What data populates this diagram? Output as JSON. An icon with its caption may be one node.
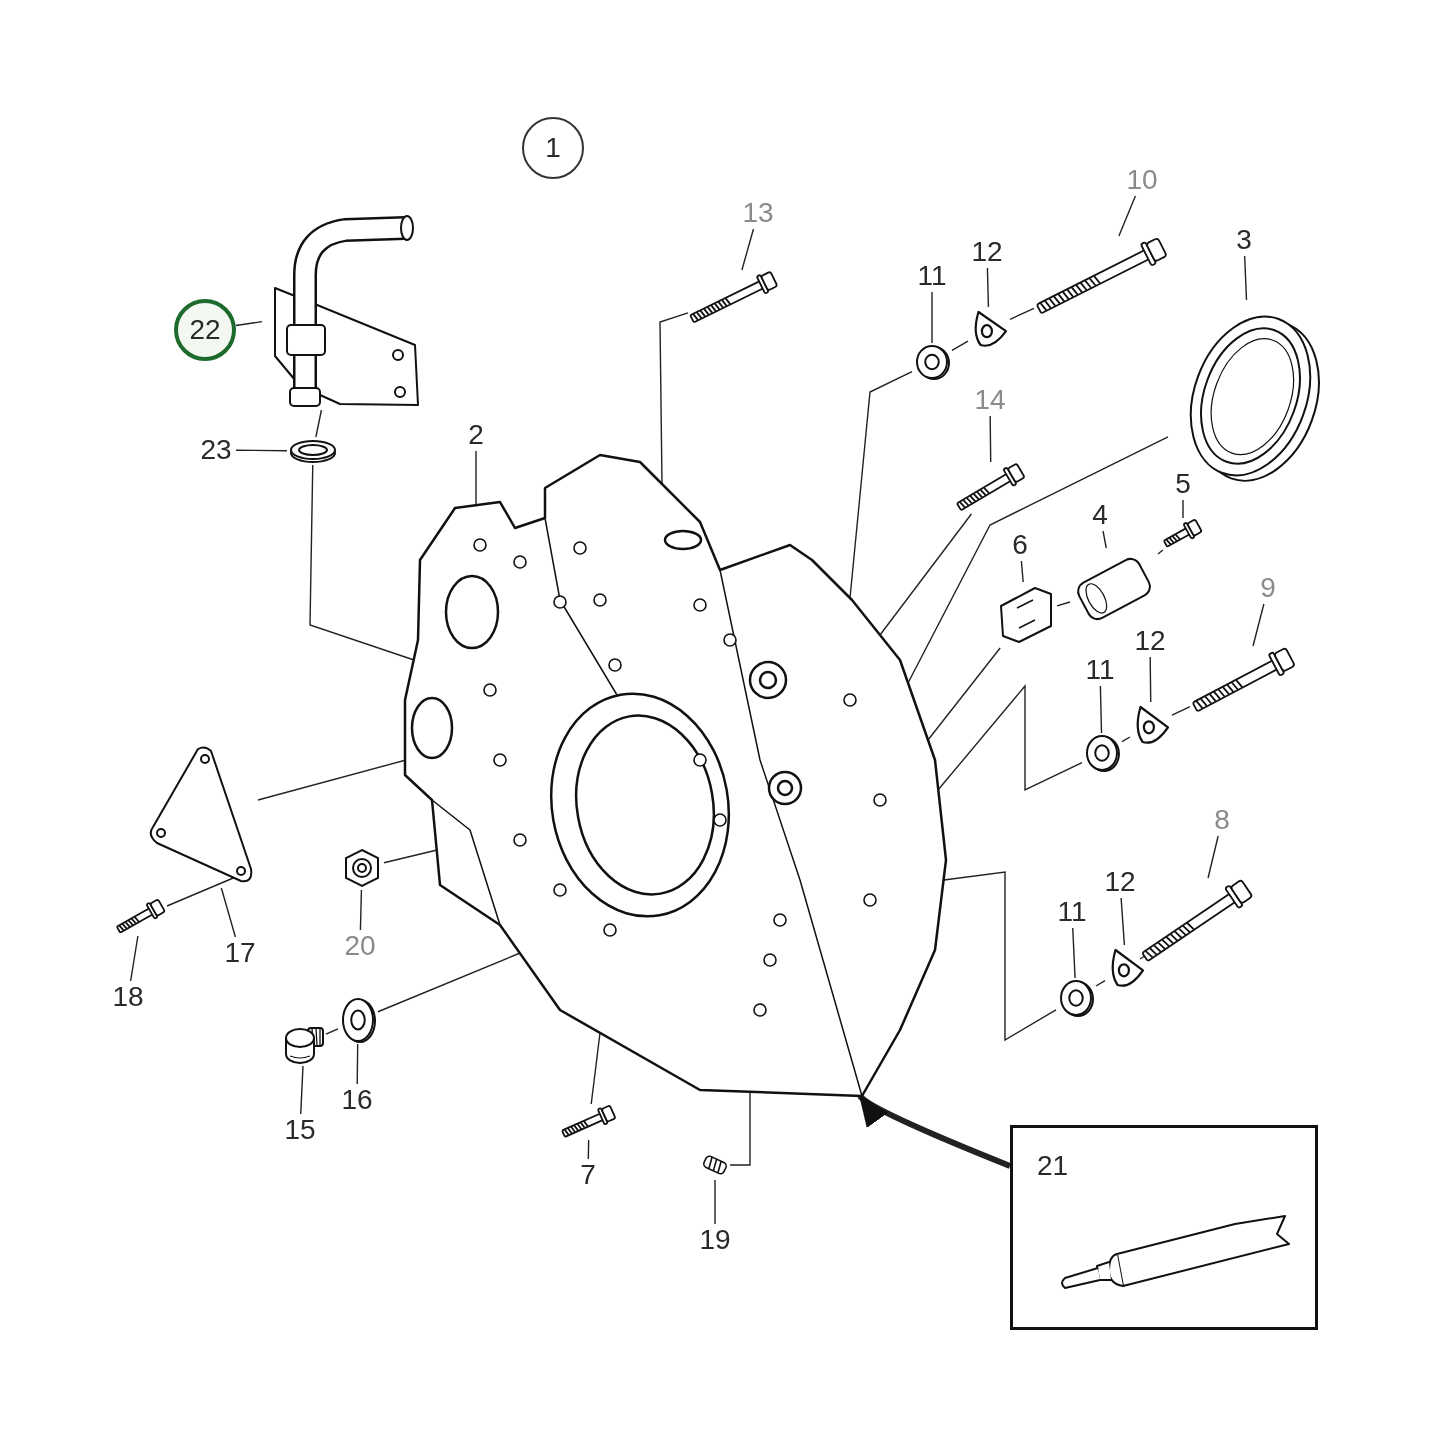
{
  "diagram": {
    "nodes": [
      {
        "text": [
          "1"
        ]
      },
      {
        "text": [],
        "shape": "picture"
      },
      {
        "text": [
          "2"
        ]
      },
      {
        "text": [],
        "shape": "picture"
      },
      {
        "text": [
          "3"
        ]
      },
      {
        "text": [],
        "shape": "picture"
      },
      {
        "text": [
          "4"
        ]
      },
      {
        "text": [],
        "shape": "picture"
      },
      {
        "text": [
          "5"
        ]
      },
      {
        "text": [],
        "shape": "picture"
      },
      {
        "text": [
          "6"
        ]
      },
      {
        "text": [],
        "shape": "picture"
      },
      {
        "text": [
          "7"
        ]
      },
      {
        "text": [],
        "shape": "picture"
      },
      {
        "text": [
          "8"
        ]
      },
      {
        "text": [],
        "shape": "picture"
      },
      {
        "text": [
          "9"
        ]
      },
      {
        "text": [],
        "shape": "picture"
      },
      {
        "text": [
          "10"
        ]
      },
      {
        "text": [],
        "shape": "picture"
      },
      {
        "text": [
          "11"
        ]
      },
      {
        "text": [],
        "shape": "picture"
      },
      {
        "text": [
          "12"
        ]
      },
      {
        "text": [],
        "shape": "picture"
      },
      {
        "text": [
          "11"
        ]
      },
      {
        "text": [],
        "shape": "picture"
      },
      {
        "text": [
          "12"
        ]
      },
      {
        "text": [],
        "shape": "picture"
      },
      {
        "text": [
          "11"
        ]
      },
      {
        "text": [],
        "shape": "picture"
      },
      {
        "text": [
          "12"
        ]
      },
      {
        "text": [],
        "shape": "picture"
      },
      {
        "text": [
          "13"
        ]
      },
      {
        "text": [],
        "shape": "picture"
      },
      {
        "text": [
          "14"
        ]
      },
      {
        "text": [],
        "shape": "picture"
      },
      {
        "text": [
          "15"
        ]
      },
      {
        "text": [],
        "shape": "picture"
      },
      {
        "text": [
          "16"
        ]
      },
      {
        "text": [],
        "shape": "picture"
      },
      {
        "text": [
          "17"
        ]
      },
      {
        "text": [],
        "shape": "picture"
      },
      {
        "text": [
          "18"
        ]
      },
      {
        "text": [],
        "shape": "picture"
      },
      {
        "text": [
          "19"
        ]
      },
      {
        "text": [],
        "shape": "picture"
      },
      {
        "text": [
          "20"
        ]
      },
      {
        "text": [
          "21"
        ]
      },
      {
        "text": [],
        "shape": "picture"
      },
      {
        "text": [
          "22"
        ]
      },
      {
        "text": [],
        "shape": "picture"
      },
      {
        "text": [
          "23"
        ]
      }
    ],
    "edges": [
      {
        "from": 2,
        "to": 1,
        "arrow": "none"
      },
      {
        "from": 4,
        "to": 3,
        "arrow": "none"
      },
      {
        "from": 6,
        "to": 5,
        "arrow": "none"
      },
      {
        "from": 8,
        "to": 7,
        "arrow": "none"
      },
      {
        "from": 10,
        "to": 9,
        "arrow": "none"
      },
      {
        "from": 12,
        "to": 11,
        "arrow": "none"
      },
      {
        "from": 14,
        "to": 13,
        "arrow": "none"
      },
      {
        "from": 16,
        "to": 15,
        "arrow": "none"
      },
      {
        "from": 18,
        "to": 17,
        "arrow": "none"
      },
      {
        "from": 20,
        "to": 19,
        "arrow": "none"
      },
      {
        "from": 22,
        "to": 21,
        "arrow": "none"
      },
      {
        "from": 24,
        "to": 23,
        "arrow": "none"
      },
      {
        "from": 26,
        "to": 25,
        "arrow": "none"
      },
      {
        "from": 28,
        "to": 27,
        "arrow": "none"
      },
      {
        "from": 30,
        "to": 29,
        "arrow": "none"
      },
      {
        "from": 32,
        "to": 31,
        "arrow": "none"
      },
      {
        "from": 34,
        "to": 33,
        "arrow": "none"
      },
      {
        "from": 36,
        "to": 35,
        "arrow": "none"
      },
      {
        "from": 38,
        "to": 37,
        "arrow": "none"
      },
      {
        "from": 40,
        "to": 39,
        "arrow": "none"
      },
      {
        "from": 42,
        "to": 41,
        "arrow": "none"
      },
      {
        "from": 44,
        "to": 43,
        "arrow": "none"
      },
      {
        "from": 46,
        "to": 45,
        "arrow": "none"
      },
      {
        "from": 49,
        "to": 48,
        "arrow": "none"
      },
      {
        "from": 51,
        "to": 50,
        "arrow": "none"
      },
      {
        "from": 17,
        "to": 21,
        "arrow": "none"
      },
      {
        "from": 21,
        "to": 19,
        "arrow": "none"
      },
      {
        "from": 19,
        "to": 1,
        "arrow": "none"
      },
      {
        "from": 31,
        "to": 1,
        "arrow": "none"
      },
      {
        "from": 33,
        "to": 1,
        "arrow": "none"
      },
      {
        "from": 3,
        "to": 1,
        "arrow": "none"
      },
      {
        "from": 7,
        "to": 5,
        "arrow": "none"
      },
      {
        "from": 5,
        "to": 9,
        "arrow": "none"
      },
      {
        "from": 9,
        "to": 1,
        "arrow": "none"
      },
      {
        "from": 15,
        "to": 25,
        "arrow": "none"
      },
      {
        "from": 25,
        "to": 23,
        "arrow": "none"
      },
      {
        "from": 23,
        "to": 1,
        "arrow": "none"
      },
      {
        "from": 13,
        "to": 29,
        "arrow": "none"
      },
      {
        "from": 29,
        "to": 27,
        "arrow": "none"
      },
      {
        "from": 27,
        "to": 1,
        "arrow": "none"
      },
      {
        "from": 41,
        "to": 39,
        "arrow": "none"
      },
      {
        "from": 39,
        "to": 1,
        "arrow": "none"
      },
      {
        "from": 45,
        "to": 1,
        "arrow": "none"
      },
      {
        "from": 35,
        "to": 37,
        "arrow": "none"
      },
      {
        "from": 37,
        "to": 1,
        "arrow": "none"
      },
      {
        "from": 11,
        "to": 1,
        "arrow": "none"
      },
      {
        "from": 43,
        "to": 1,
        "arrow": "none"
      },
      {
        "from": 50,
        "to": 1,
        "arrow": "none"
      },
      {
        "from": 47,
        "to": 1,
        "arrow": "to",
        "style": "thick"
      },
      {
        "from": 48,
        "to": 50,
        "arrow": "none"
      }
    ]
  }
}
